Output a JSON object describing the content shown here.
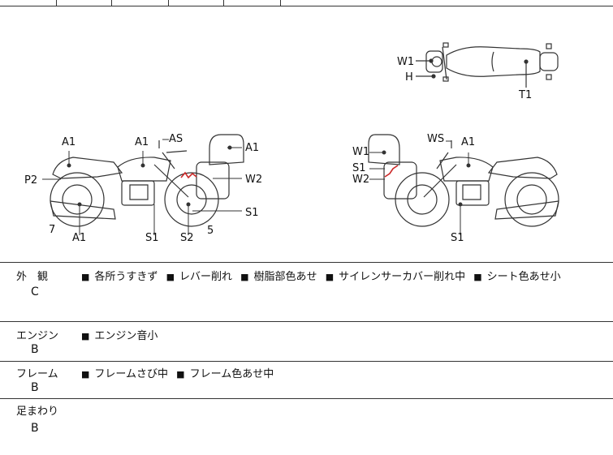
{
  "diagram_labels": {
    "top_view": [
      "W1",
      "H",
      "T1"
    ],
    "left_view": [
      "A1",
      "A1",
      "AS",
      "A1",
      "P2",
      "W2",
      "S1",
      "7",
      "A1",
      "S1",
      "S2",
      "5"
    ],
    "right_view": [
      "WS",
      "A1",
      "W1",
      "S1",
      "W2",
      "S1"
    ]
  },
  "rows": [
    {
      "title": "外　観",
      "grade": "C",
      "notes": [
        "各所うすきず",
        "レバー削れ",
        "樹脂部色あせ",
        "サイレンサーカバー削れ中",
        "シート色あせ小"
      ]
    },
    {
      "title": "エンジン",
      "grade": "B",
      "notes": [
        "エンジン音小"
      ]
    },
    {
      "title": "フレーム",
      "grade": "B",
      "notes": [
        "フレームさび中",
        "フレーム色あせ中"
      ]
    },
    {
      "title": "足まわり",
      "grade": "B",
      "notes": []
    }
  ],
  "bullet": "■",
  "colors": {
    "line": "#333333",
    "scratch": "#cc2a2a"
  }
}
